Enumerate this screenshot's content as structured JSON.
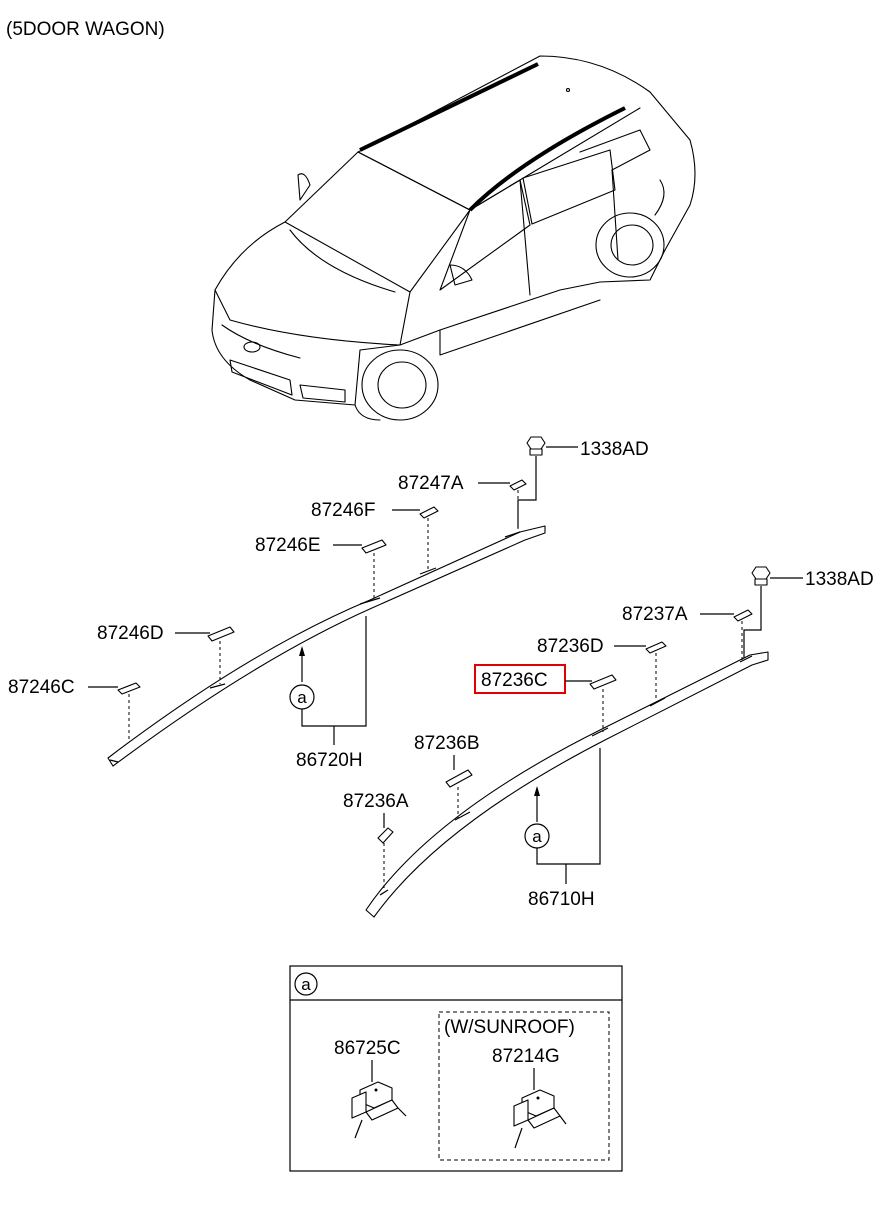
{
  "header": {
    "title": "(5DOOR WAGON)"
  },
  "labels": {
    "nut_upper": "1338AD",
    "nut_lower": "1338AD",
    "clip_87247A": "87247A",
    "clip_87246F": "87246F",
    "clip_87246E": "87246E",
    "clip_87246D": "87246D",
    "clip_87246C": "87246C",
    "rail_upper": "86720H",
    "clip_87237A": "87237A",
    "clip_87236D": "87236D",
    "clip_87236C": "87236C",
    "clip_87236B": "87236B",
    "clip_87236A": "87236A",
    "rail_lower": "86710H",
    "ref_marker": "a"
  },
  "detail_box": {
    "ref": "a",
    "left_part": "86725C",
    "sunroof_group": "(W/SUNROOF)",
    "right_part": "87214G"
  },
  "highlight": {
    "part": "87236C",
    "color": "#e00000"
  }
}
